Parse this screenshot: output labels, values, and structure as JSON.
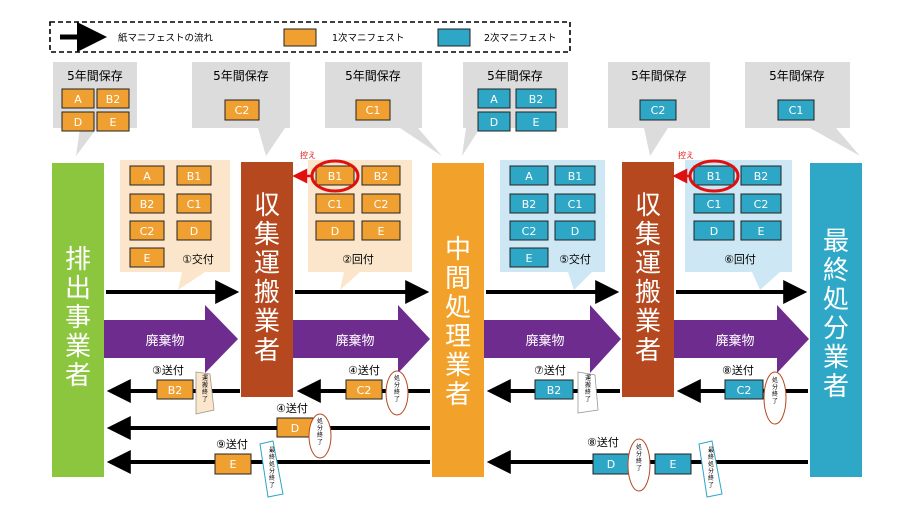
{
  "colors": {
    "orange": "#F0A030",
    "blue": "#2EA6C6",
    "green": "#8CC63F",
    "rust": "#B5481E",
    "pillar_orange": "#F2A12B",
    "pillar_blue": "#2FA8C8",
    "purple": "#6E2C8F",
    "bubble": "#DCDCDC",
    "note_orange": "#FBE6CC",
    "note_blue": "#CDE8F4",
    "red_mark": "#E01010"
  },
  "legend": {
    "paper_flow": "紙マニフェストの流れ",
    "primary": "1次マニフェスト",
    "secondary": "2次マニフェスト"
  },
  "storage": {
    "label": "5年間保存",
    "boxes": [
      {
        "color": "orange",
        "items": [
          "A",
          "B2",
          "D",
          "E"
        ]
      },
      {
        "color": "orange",
        "items": [
          "C2"
        ]
      },
      {
        "color": "orange",
        "items": [
          "C1"
        ]
      },
      {
        "color": "blue",
        "items": [
          "A",
          "B2",
          "D",
          "E"
        ]
      },
      {
        "color": "blue",
        "items": [
          "C2"
        ]
      },
      {
        "color": "blue",
        "items": [
          "C1"
        ]
      }
    ]
  },
  "actors": {
    "discharger": "排出事業者",
    "collector": "収集運搬業者",
    "intermediate": "中間処理業者",
    "final": "最終処分業者"
  },
  "notes": {
    "issue1": {
      "caption": "①交付",
      "items": [
        "A",
        "B1",
        "B2",
        "C1",
        "C2",
        "D",
        "E"
      ]
    },
    "return2": {
      "caption": "②回付",
      "items": [
        "B1",
        "B2",
        "C1",
        "C2",
        "D",
        "E"
      ]
    },
    "issue5": {
      "caption": "⑤交付",
      "items": [
        "A",
        "B1",
        "B2",
        "C1",
        "C2",
        "D",
        "E"
      ]
    },
    "return6": {
      "caption": "⑥回付",
      "items": [
        "B1",
        "B2",
        "C1",
        "C2",
        "D",
        "E"
      ]
    }
  },
  "copy_label": "控え",
  "waste_label": "廃棄物",
  "sends": {
    "s3": {
      "label": "③送付",
      "item": "B2",
      "done": "運搬終了"
    },
    "s4a": {
      "label": "④送付",
      "item": "C2",
      "done": "処分終了"
    },
    "s4b": {
      "label": "④送付",
      "item": "D",
      "done": "処分終了"
    },
    "s7": {
      "label": "⑦送付",
      "item": "B2",
      "done": "運搬終了"
    },
    "s8a": {
      "label": "⑧送付",
      "item": "C2",
      "done": "処分終了"
    },
    "s8b": {
      "label": "⑧送付",
      "item": "D",
      "done": "処分終了"
    },
    "s8c": {
      "item": "E",
      "done": "最終処分終了"
    },
    "s9": {
      "label": "⑨送付",
      "item": "E",
      "done": "最終処分終了"
    }
  }
}
